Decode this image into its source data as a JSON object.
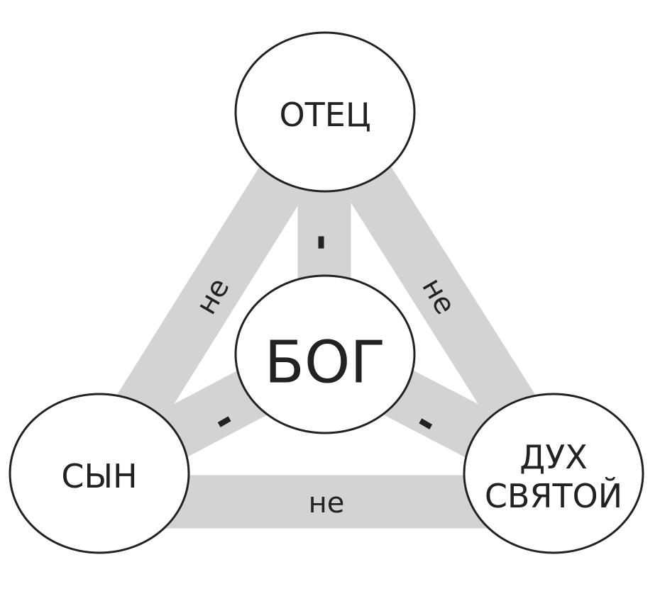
{
  "diagram": {
    "center": "БОГ",
    "nodes": {
      "top": "ОТЕЦ",
      "left": "СЫН",
      "right_line1": "ДУХ",
      "right_line2": "СВЯТОЙ"
    },
    "outer_links": {
      "left": "не",
      "right": "не",
      "bottom": "не"
    },
    "inner_links": {
      "top": "-",
      "left": "-",
      "right": "-"
    },
    "colors": {
      "band": "#d3d3d3",
      "stroke": "#222222",
      "fill": "#ffffff"
    }
  }
}
